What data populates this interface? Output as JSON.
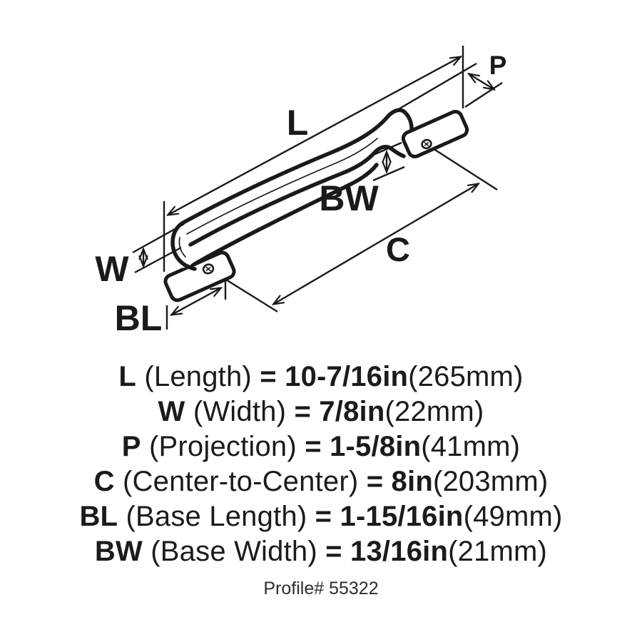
{
  "colors": {
    "ink": "#1a1a1a",
    "background": "#ffffff"
  },
  "diagram": {
    "dim_labels": {
      "length": "L",
      "projection": "P",
      "base_width_label": "BW",
      "center_to_center": "C",
      "width": "W",
      "base_length_label": "BL"
    }
  },
  "specs": [
    {
      "abbr": "L",
      "name": " (Length) ",
      "value": "= 10-7/16in",
      "metric": "(265mm)"
    },
    {
      "abbr": "W",
      "name": " (Width) ",
      "value": "= 7/8in",
      "metric": "(22mm)"
    },
    {
      "abbr": "P",
      "name": " (Projection) ",
      "value": "= 1-5/8in",
      "metric": "(41mm)"
    },
    {
      "abbr": "C",
      "name": " (Center-to-Center) ",
      "value": "= 8in",
      "metric": "(203mm)"
    },
    {
      "abbr": "BL",
      "name": " (Base Length) ",
      "value": "= 1-15/16in",
      "metric": "(49mm)"
    },
    {
      "abbr": "BW",
      "name": " (Base Width) ",
      "value": "= 13/16in",
      "metric": "(21mm)"
    }
  ],
  "footer": {
    "profile": "Profile# 55322"
  }
}
